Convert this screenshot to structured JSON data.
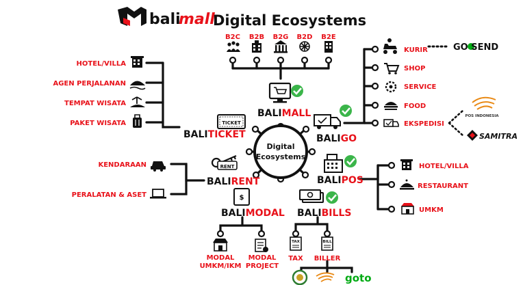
{
  "header": {
    "logo_text_black": "bali",
    "logo_text_red": "mall",
    "title": "Digital Ecosystems"
  },
  "hub": {
    "line1": "Digital",
    "line2": "Ecosystems"
  },
  "balimall": {
    "brand_black": "BALI",
    "brand_red": "MALL",
    "segments": [
      "B2C",
      "B2B",
      "B2G",
      "B2D",
      "B2E"
    ]
  },
  "baliticket": {
    "brand_black": "BALI",
    "brand_red": "TICKET",
    "icon_text": "TICKET",
    "items": [
      "HOTEL/VILLA",
      "AGEN PERJALANAN",
      "TEMPAT WISATA",
      "PAKET WISATA"
    ]
  },
  "baligo": {
    "brand_black": "BALI",
    "brand_red": "GO",
    "items": [
      "KURIR",
      "SHOP",
      "SERVICE",
      "FOOD",
      "EKSPEDISI"
    ],
    "kurir_partner": "GO SEND",
    "ekspedisi_partners": [
      "POS INDONESIA",
      "SAMITRA"
    ]
  },
  "balirent": {
    "brand_black": "BALI",
    "brand_red": "RENT",
    "icon_text": "RENT",
    "items": [
      "KENDARAAN",
      "PERALATAN & ASET"
    ]
  },
  "balipos": {
    "brand_black": "BALI",
    "brand_red": "POS",
    "items": [
      "HOTEL/VILLA",
      "RESTAURANT",
      "UMKM"
    ]
  },
  "balimodal": {
    "brand_black": "BALI",
    "brand_red": "MODAL",
    "items": [
      {
        "line1": "MODAL",
        "line2": "UMKM/IKM"
      },
      {
        "line1": "MODAL",
        "line2": "PROJECT"
      }
    ]
  },
  "balibills": {
    "brand_black": "BALI",
    "brand_red": "BILLS",
    "items": [
      "TAX",
      "BILLER"
    ],
    "icon_texts": [
      "TAX",
      "BILL"
    ],
    "biller_partners": [
      "goto"
    ]
  },
  "colors": {
    "accent_red": "#e8121a",
    "check_green": "#3bb54a",
    "gosend_green": "#00aa13",
    "ink": "#111111"
  }
}
